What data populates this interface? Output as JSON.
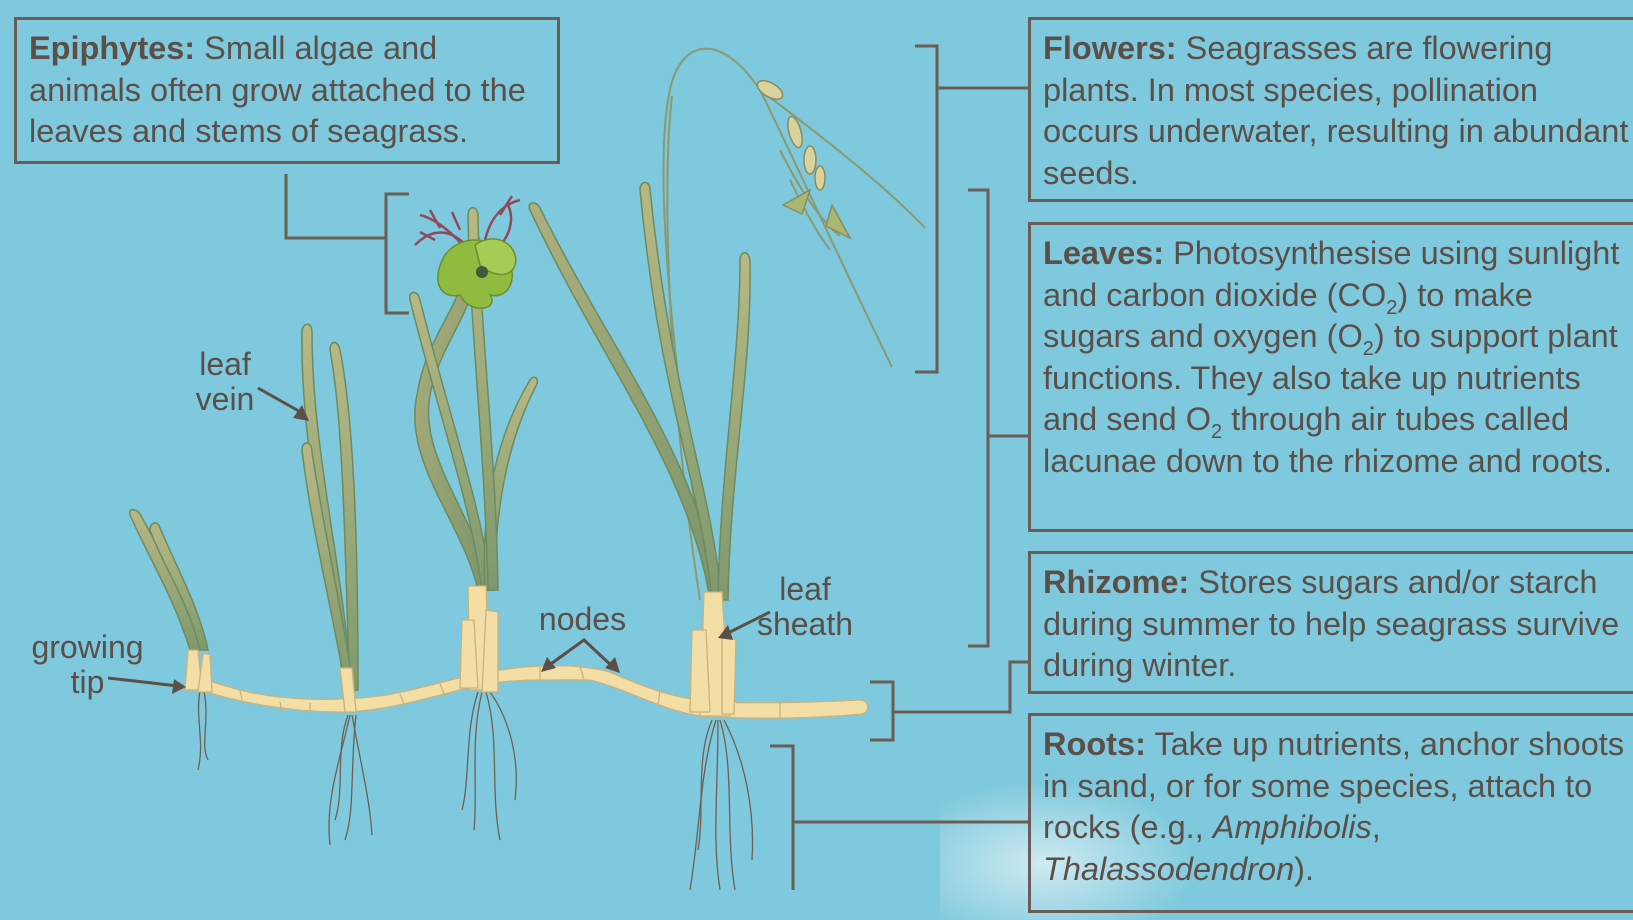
{
  "epiphytes": {
    "term": "Epiphytes:",
    "text": " Small algae and animals often grow attached to the leaves and stems of seagrass."
  },
  "flowers": {
    "term": "Flowers:",
    "text": " Seagrasses are flowering plants. In most species, pollination occurs underwater, resulting in abundant seeds."
  },
  "leaves": {
    "term": "Leaves:",
    "t1": " Photosynthesise using sunlight and carbon dioxide (CO",
    "sub1": "2",
    "t2": ") to make sugars and oxygen (O",
    "sub2": "2",
    "t3": ") to support plant functions. They also take up nutrients and send O",
    "sub3": "2",
    "t4": " through air tubes called lacunae down to the rhizome and roots."
  },
  "rhizome": {
    "term": "Rhizome:",
    "text": " Stores sugars and/or starch during summer to help seagrass survive during winter."
  },
  "roots": {
    "term": "Roots:",
    "t1": " Take up nutrients, anchor shoots in sand, or for some species, attach to rocks (e.g., ",
    "ital1": "Amphibolis",
    "t2": ", ",
    "ital2": "Thalassodendron",
    "t3": ")."
  },
  "labels": {
    "leaf_vein_1": "leaf",
    "leaf_vein_2": "vein",
    "growing_tip_1": "growing",
    "growing_tip_2": "tip",
    "nodes": "nodes",
    "leaf_sheath_1": "leaf",
    "leaf_sheath_2": "sheath"
  },
  "colors": {
    "background": "#7ec9dd",
    "text": "#5b4f47",
    "box_border": "#6b5d53",
    "leaf": "#9fa672",
    "rhizome": "#f3dea5"
  }
}
